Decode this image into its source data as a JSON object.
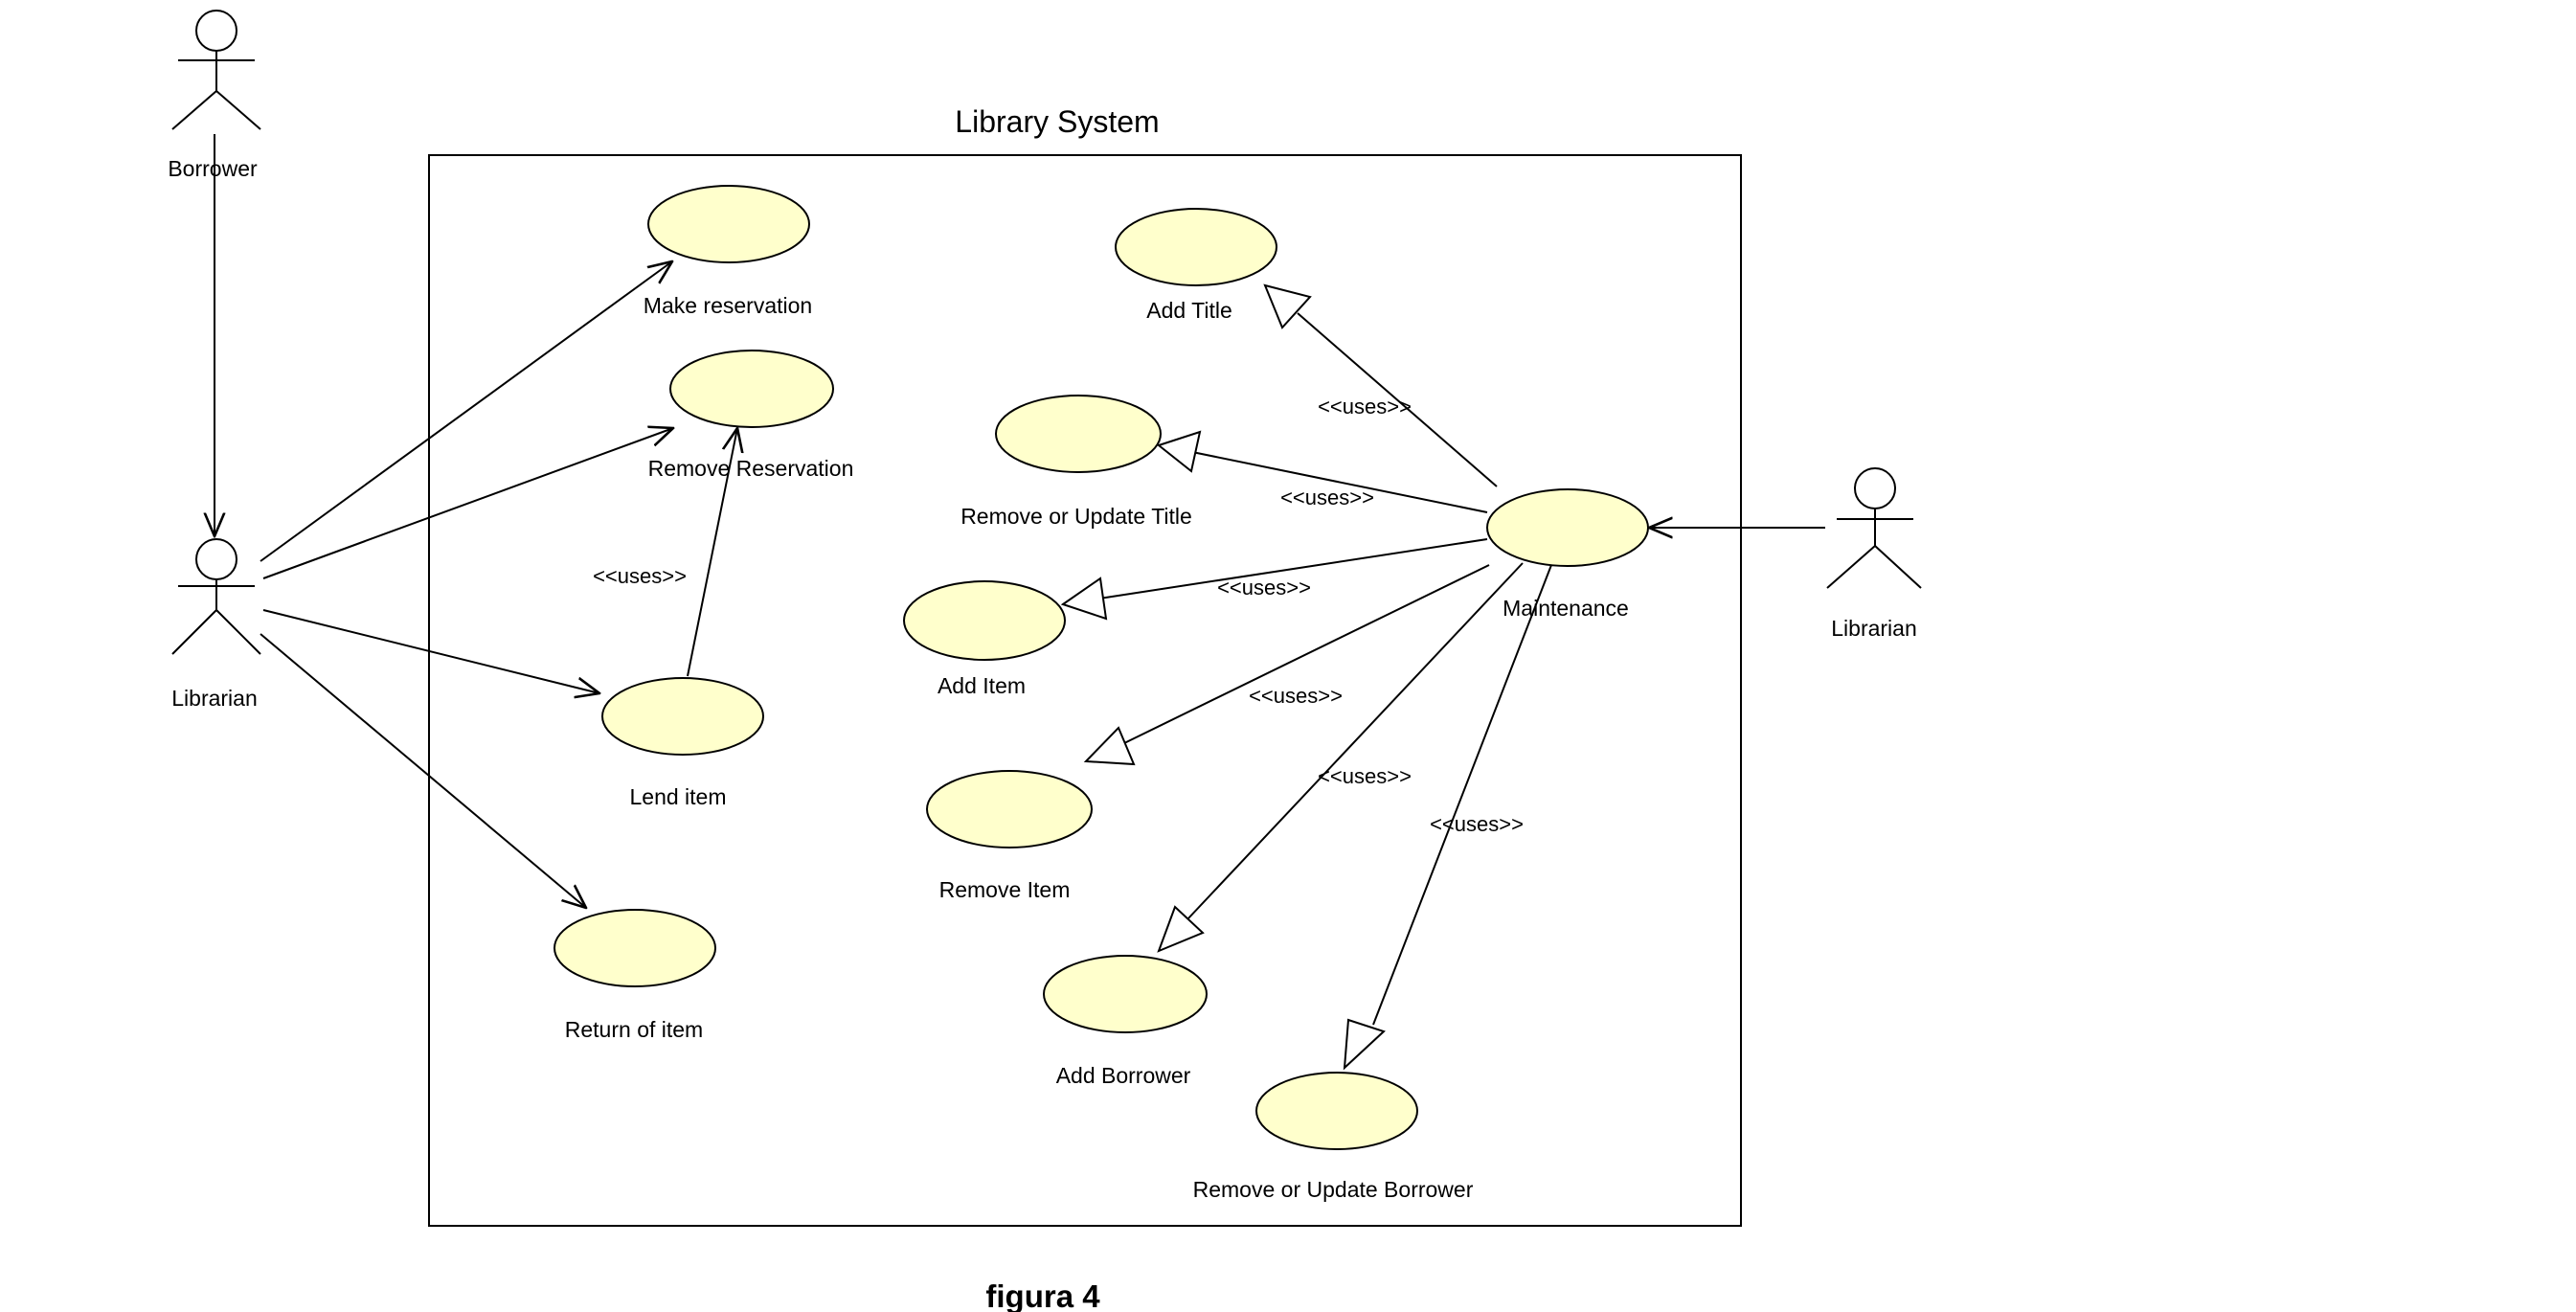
{
  "diagram": {
    "system_name": "Library System",
    "caption": "figura 4",
    "actors": {
      "borrower": "Borrower",
      "librarian_left": "Librarian",
      "librarian_right": "Librarian"
    },
    "use_cases": {
      "make_reservation": "Make reservation",
      "remove_reservation": "Remove Reservation",
      "lend_item": "Lend item",
      "return_item": "Return of item",
      "add_title": "Add Title",
      "remove_update_title": "Remove or Update Title",
      "add_item": "Add Item",
      "remove_item": "Remove Item",
      "add_borrower": "Add Borrower",
      "remove_update_borrower": "Remove or Update Borrower",
      "maintenance": "Maintenance"
    },
    "stereotype": "<<uses>>"
  },
  "colors": {
    "use_case_fill": "#ffffcc",
    "stroke": "#000000"
  }
}
